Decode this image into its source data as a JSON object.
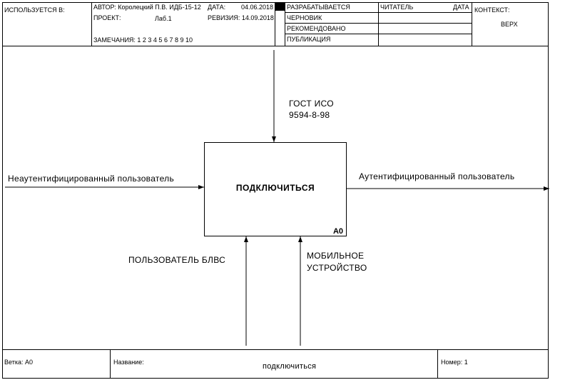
{
  "header": {
    "used_in_label": "ИСПОЛЬЗУЕТСЯ В:",
    "author_label": "АВТОР: Королецкий П.В. ИДБ-15-12",
    "project_label": "ПРОЕКТ:",
    "project_value": "Лаб.1",
    "date_label": "ДАТА:",
    "date_value": "04.06.2018",
    "revision_label": "РЕВИЗИЯ: 14.09.2018",
    "notes_label": "ЗАМЕЧАНИЯ:  1  2  3  4  5  6  7  8  9  10",
    "status": [
      "РАЗРАБАТЫВАЕТСЯ",
      "ЧЕРНОВИК",
      "РЕКОМЕНДОВАНО",
      "ПУБЛИКАЦИЯ"
    ],
    "reader_label": "ЧИТАТЕЛЬ",
    "reader_date_label": "ДАТА",
    "context_label": "КОНТЕКСТ:",
    "context_value": "ВЕРХ"
  },
  "diagram": {
    "activity": {
      "name": "ПОДКЛЮЧИТЬСЯ",
      "number": "A0"
    },
    "control_label_line1": "ГОСТ ИСО",
    "control_label_line2": "9594-8-98",
    "input_label": "Неаутентифицированный пользователь",
    "output_label": "Аутентифицированный пользователь",
    "mechanism1_label": "ПОЛЬЗОВАТЕЛЬ БЛВС",
    "mechanism2_label_line1": "МОБИЛЬНОЕ",
    "mechanism2_label_line2": "УСТРОЙСТВО"
  },
  "footer": {
    "node_label": "Ветка:  A0",
    "title_label": "Название:",
    "title_value": "подключиться",
    "number_label": "Номер: 1"
  }
}
